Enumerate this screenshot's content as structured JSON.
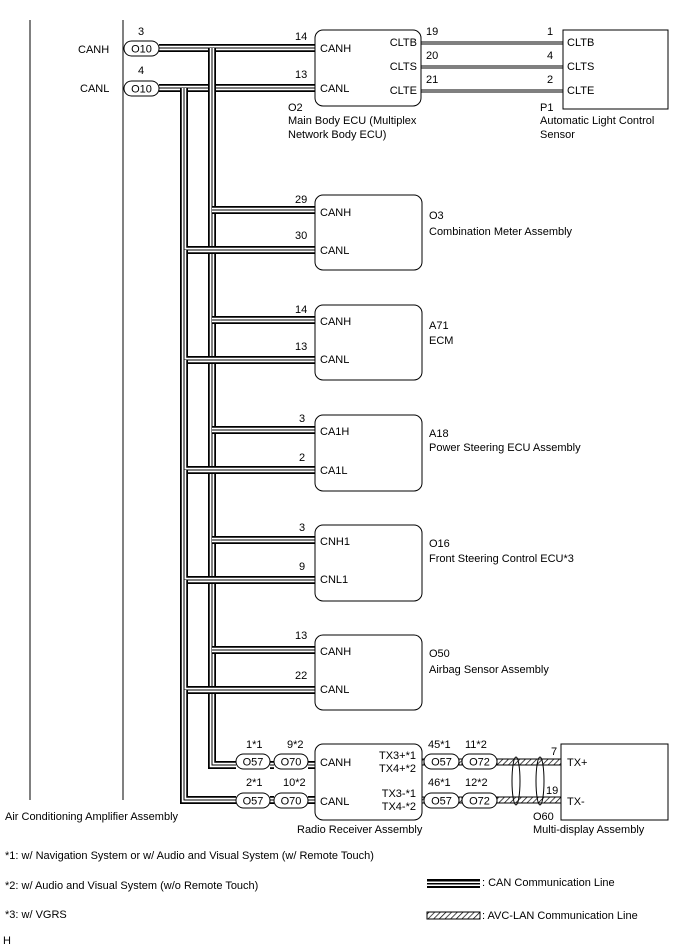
{
  "amplifier": {
    "name": "Air Conditioning Amplifier Assembly",
    "connector": "O10",
    "canh_pin": "3",
    "canl_pin": "4",
    "canh_label": "CANH",
    "canl_label": "CANL"
  },
  "main_body": {
    "code": "O2",
    "name_line1": "Main Body ECU (Multiplex",
    "name_line2": "Network Body ECU)",
    "canh_pin": "14",
    "canl_pin": "13",
    "canh_label": "CANH",
    "canl_label": "CANL",
    "out_labels": [
      "CLTB",
      "CLTS",
      "CLTE"
    ],
    "out_pins": [
      "19",
      "20",
      "21"
    ]
  },
  "sensor": {
    "code": "P1",
    "name_line1": "Automatic Light Control",
    "name_line2": "Sensor",
    "labels": [
      "CLTB",
      "CLTS",
      "CLTE"
    ],
    "pins": [
      "1",
      "4",
      "2"
    ]
  },
  "ecus": [
    {
      "code": "O3",
      "name": "Combination Meter Assembly",
      "h_pin": "29",
      "l_pin": "30",
      "h_label": "CANH",
      "l_label": "CANL"
    },
    {
      "code": "A71",
      "name": "ECM",
      "h_pin": "14",
      "l_pin": "13",
      "h_label": "CANH",
      "l_label": "CANL"
    },
    {
      "code": "A18",
      "name": "Power Steering ECU Assembly",
      "h_pin": "3",
      "l_pin": "2",
      "h_label": "CA1H",
      "l_label": "CA1L"
    },
    {
      "code": "O16",
      "name": "Front Steering Control ECU*3",
      "h_pin": "3",
      "l_pin": "9",
      "h_label": "CNH1",
      "l_label": "CNL1"
    },
    {
      "code": "O50",
      "name": "Airbag Sensor Assembly",
      "h_pin": "13",
      "l_pin": "22",
      "h_label": "CANH",
      "l_label": "CANL"
    }
  ],
  "radio": {
    "name": "Radio Receiver Assembly",
    "canh_label": "CANH",
    "canl_label": "CANL",
    "left_connectors": [
      "O57",
      "O70"
    ],
    "left_pins_top": [
      "1*1",
      "9*2"
    ],
    "left_pins_bottom": [
      "2*1",
      "10*2"
    ],
    "tx_top_1": "TX3+*1",
    "tx_top_2": "TX4+*2",
    "tx_bot_1": "TX3-*1",
    "tx_bot_2": "TX4-*2",
    "right_connectors": [
      "O57",
      "O72"
    ],
    "right_pins_top": [
      "45*1",
      "11*2"
    ],
    "right_pins_bottom": [
      "46*1",
      "12*2"
    ]
  },
  "multi_display": {
    "code": "O60",
    "name": "Multi-display Assembly",
    "pin_top": "7",
    "pin_bottom": "19",
    "label_top": "TX+",
    "label_bottom": "TX-"
  },
  "notes": [
    "*1: w/ Navigation System or w/ Audio and Visual System (w/ Remote Touch)",
    "*2: w/ Audio and Visual System (w/o Remote Touch)",
    "*3: w/ VGRS"
  ],
  "legend": {
    "can": ": CAN Communication Line",
    "avc": ": AVC-LAN Communication Line"
  },
  "corner_mark": "H"
}
